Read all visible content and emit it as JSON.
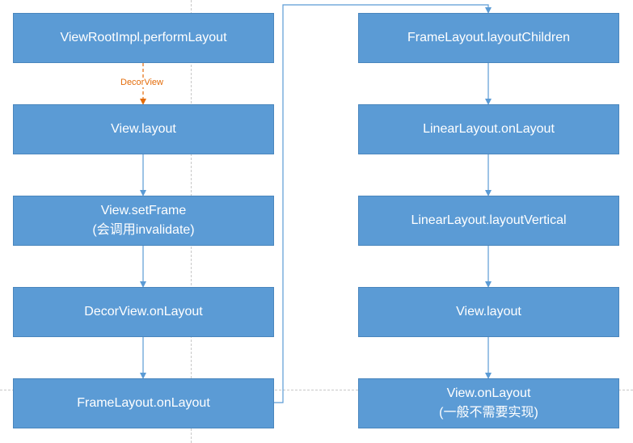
{
  "diagram": {
    "nodes": {
      "perform_layout": "ViewRootImpl.performLayout",
      "view_layout_1": "View.layout",
      "set_frame": [
        "View.setFrame",
        "(会调用invalidate)"
      ],
      "decor_on_layout": "DecorView.onLayout",
      "frame_on_layout": "FrameLayout.onLayout",
      "frame_layout_children": "FrameLayout.layoutChildren",
      "linear_on_layout": "LinearLayout.onLayout",
      "linear_layout_vertical": "LinearLayout.layoutVertical",
      "view_layout_2": "View.layout",
      "view_on_layout": [
        "View.onLayout",
        "(一般不需要实现)"
      ]
    },
    "edge_label_decor": "DecorView",
    "colors": {
      "box_fill": "#5b9bd5",
      "box_border": "#4a86bd",
      "arrow": "#5b9bd5",
      "dashed_arrow": "#e46c0a",
      "guide": "#c8c8c8"
    }
  }
}
